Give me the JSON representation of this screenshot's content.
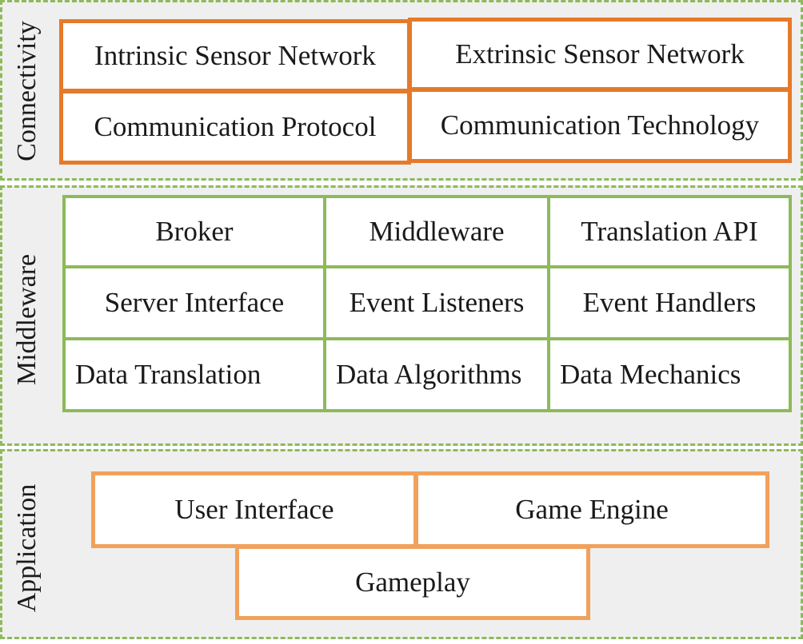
{
  "layers": {
    "connectivity": {
      "label": "Connectivity",
      "boxes": [
        "Intrinsic Sensor Network",
        "Extrinsic Sensor Network",
        "Communication Protocol",
        "Communication Technology"
      ]
    },
    "middleware": {
      "label": "Middleware",
      "boxes": [
        "Broker",
        "Middleware",
        "Translation API",
        "Server Interface",
        "Event Listeners",
        "Event Handlers",
        "Data Translation",
        "Data Algorithms",
        "Data Mechanics"
      ]
    },
    "application": {
      "label": "Application",
      "boxes": [
        "User Interface",
        "Game Engine",
        "Gameplay"
      ]
    }
  },
  "colors": {
    "layer_border": "#8dba5a",
    "layer_fill": "#efefef",
    "connectivity_border": "#e57a2a",
    "middleware_border": "#8dba5a",
    "application_border": "#f0a25c"
  }
}
